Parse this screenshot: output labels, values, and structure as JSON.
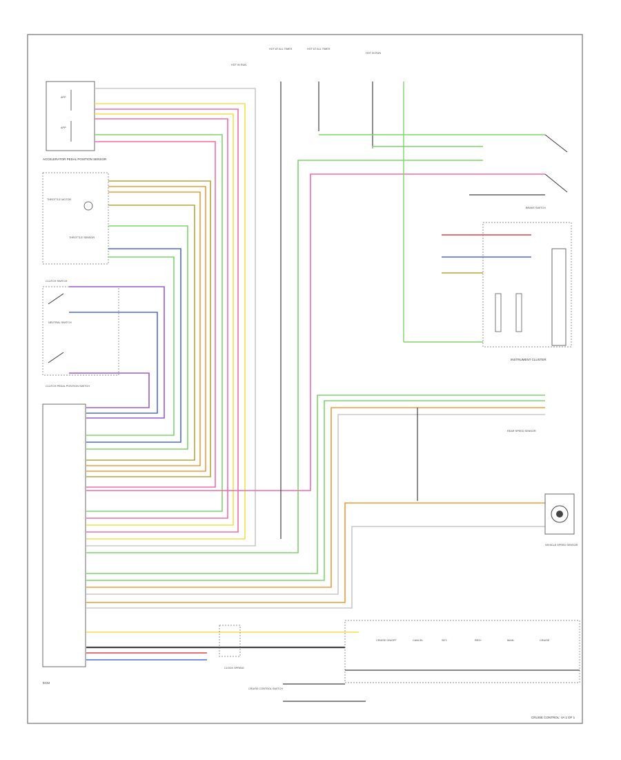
{
  "diagram": {
    "footer_code": "",
    "footer_title": "CRUISE CONTROL: VA 1 OF 1"
  },
  "colors": {
    "yellow": "#f2e14a",
    "green": "#7fd36a",
    "pink": "#f06aa8",
    "orange": "#f29a3c",
    "olive": "#b8a43a",
    "blue": "#4a68e0",
    "purple": "#9a5ad0",
    "red": "#e04040",
    "gray": "#8a8a8a",
    "lightgray": "#c8c8c8",
    "wire_dark": "#404040"
  },
  "components": {
    "accel_sensor": "ACCELERATOR PEDAL POSITION SENSOR",
    "throttle_motor": "THROTTLE MOTOR",
    "throttle_sensor": "THROTTLE SENSOR",
    "clutch_switch": "CLUTCH SWITCH",
    "neutral_switch": "NEUTRAL SWITCH",
    "clutch_pedal_switch": "CLUTCH PEDAL POSITION SWITCH",
    "ecm": "ECM",
    "instrument_cluster": "INSTRUMENT CLUSTER",
    "brake_switch": "BRAKE SWITCH",
    "rear_speed_sensor": "REAR SPEED SENSOR",
    "cruise_switch": "CRUISE CONTROL SWITCH",
    "clock_spring": "CLOCK SPRING",
    "vehicle_speed_sensor": "VEHICLE SPEED SENSOR",
    "hot_in_run": "HOT IN RUN",
    "hot_at_all_times": "HOT AT ALL TIMES"
  },
  "switch_labels": [
    "CRUISE ON/OFF",
    "CANCEL",
    "SET-",
    "RES+",
    "MAIN",
    "CRUISE"
  ]
}
